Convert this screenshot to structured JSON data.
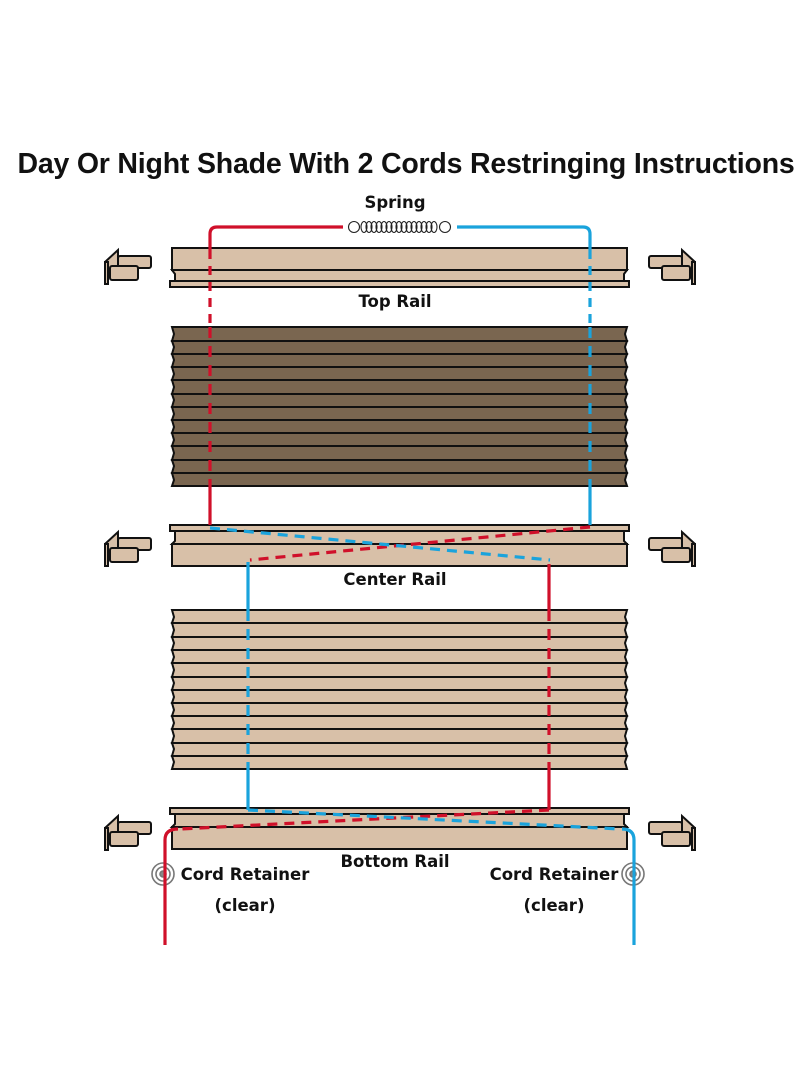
{
  "title": "Day Or Night Shade With 2 Cords Restringing Instructions",
  "labels": {
    "spring": "Spring",
    "top_rail": "Top Rail",
    "center_rail": "Center Rail",
    "bottom_rail": "Bottom Rail",
    "cord_retainer_left": "Cord Retainer",
    "cord_retainer_left_note": "(clear)",
    "cord_retainer_right": "Cord Retainer",
    "cord_retainer_right_note": "(clear)"
  },
  "components": {
    "top_fabric": {
      "shade": "dark (night)",
      "pleats": 12,
      "color": "#7a6650"
    },
    "bottom_fabric": {
      "shade": "light (day)",
      "pleats": 12,
      "color": "#d8c0a8"
    },
    "rail_color": "#d8c0a8",
    "brackets": 6
  },
  "cords": [
    {
      "name": "red cord",
      "color": "#d0102a",
      "path": "left retainer → bottom rail → center rail (right) → top rail (left) → spring"
    },
    {
      "name": "blue cord",
      "color": "#1aa3dc",
      "path": "right retainer → bottom rail → center rail (left) → top rail (right) → spring"
    }
  ]
}
